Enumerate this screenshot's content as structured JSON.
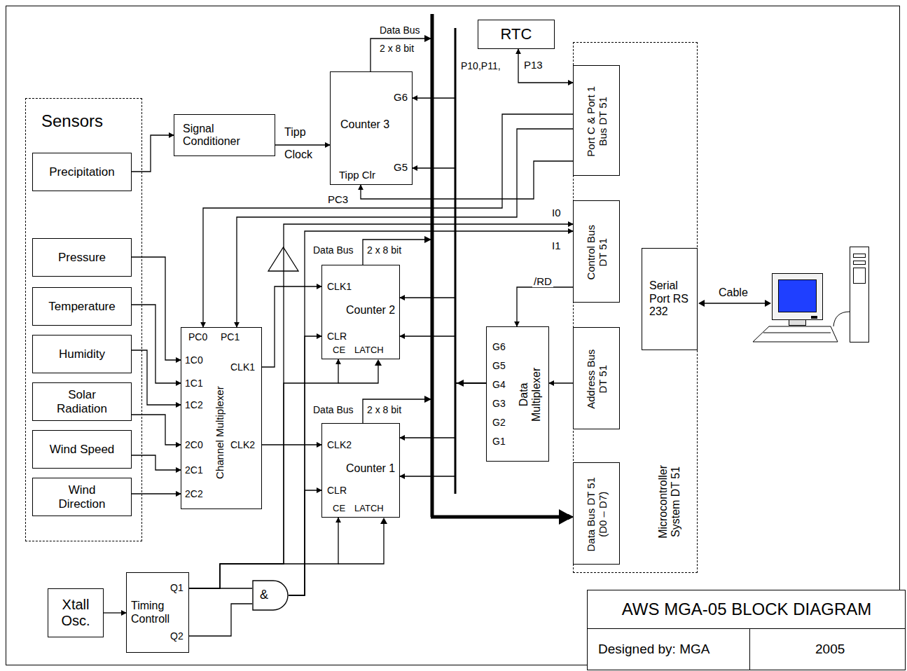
{
  "diagram": {
    "title": "AWS MGA-05 BLOCK DIAGRAM",
    "nodes": [
      {
        "text": [
          "Sensors"
        ]
      },
      {
        "text": [
          "Precipitation"
        ],
        "in": 0
      },
      {
        "text": [
          "Pressure"
        ],
        "in": 0
      },
      {
        "text": [
          "Temperature"
        ],
        "in": 0
      },
      {
        "text": [
          "Humidity"
        ],
        "in": 0
      },
      {
        "text": [
          "Solar Radiation"
        ],
        "in": 0
      },
      {
        "text": [
          "Wind Speed"
        ],
        "in": 0
      },
      {
        "text": [
          "Wind Direction"
        ],
        "in": 0
      },
      {
        "text": [
          "Signal Conditioner"
        ]
      },
      {
        "text": [
          "Counter 3",
          "G6",
          "G5",
          "Tipp Clr"
        ]
      },
      {
        "text": [
          "RTC"
        ]
      },
      {
        "text": [
          "Microcontroller System DT 51"
        ]
      },
      {
        "text": [
          "Port C & Port 1 Bus DT 51"
        ],
        "in": 11
      },
      {
        "text": [
          "Control Bus DT 51"
        ],
        "in": 11
      },
      {
        "text": [
          "Address Bus DT 51"
        ],
        "in": 11
      },
      {
        "text": [
          "Data Bus DT 51 (D0 – D7)"
        ],
        "in": 11
      },
      {
        "text": [
          "Serial Port RS 232"
        ],
        "in": 11
      },
      {
        "text": [
          "Channel Multiplexer",
          "PC0",
          "PC1",
          "1C0",
          "1C1",
          "1C2",
          "2C0",
          "2C1",
          "2C2",
          "CLK1",
          "CLK2"
        ]
      },
      {
        "text": [
          "Counter 2",
          "CLK1",
          "CLR",
          "CE",
          "LATCH"
        ]
      },
      {
        "text": [
          "Counter 1",
          "CLK2",
          "CLR",
          "CE",
          "LATCH"
        ]
      },
      {
        "text": [
          "Data Multiplexer",
          "G6",
          "G5",
          "G4",
          "G3",
          "G2",
          "G1"
        ]
      },
      {
        "text": [
          "Xtall Osc."
        ]
      },
      {
        "text": [
          "Timing Controll",
          "Q1",
          "Q2"
        ]
      },
      {
        "text": [
          "&"
        ]
      }
    ],
    "edges": [
      {
        "from": 1,
        "to": 8,
        "arrow": "to"
      },
      {
        "from": 8,
        "to": 9,
        "arrow": "to"
      },
      {
        "from": 2,
        "to": 17,
        "arrow": "to"
      },
      {
        "from": 3,
        "to": 17,
        "arrow": "to"
      },
      {
        "from": 4,
        "to": 17,
        "arrow": "to"
      },
      {
        "from": 5,
        "to": 17,
        "arrow": "to"
      },
      {
        "from": 6,
        "to": 17,
        "arrow": "to"
      },
      {
        "from": 7,
        "to": 17,
        "arrow": "to"
      },
      {
        "from": 17,
        "to": 18,
        "arrow": "to"
      },
      {
        "from": 17,
        "to": 19,
        "arrow": "to"
      },
      {
        "from": 12,
        "to": 10,
        "arrow": "both",
        "label": "P13"
      },
      {
        "from": 12,
        "to": 9,
        "arrow": "to",
        "label": "PC3"
      },
      {
        "from": 12,
        "to": 17,
        "arrow": "to"
      },
      {
        "from": 12,
        "to": 17,
        "arrow": "to"
      },
      {
        "from": 13,
        "to": 20,
        "arrow": "to",
        "label": "/RD"
      },
      {
        "from": 14,
        "to": 20,
        "arrow": "to"
      },
      {
        "from": 21,
        "to": 22,
        "arrow": "to"
      },
      {
        "from": 22,
        "to": 23,
        "arrow": "none"
      },
      {
        "from": 22,
        "to": 23,
        "arrow": "none"
      },
      {
        "from": 22,
        "to": 18,
        "arrow": "to"
      },
      {
        "from": 22,
        "to": 19,
        "arrow": "to"
      },
      {
        "from": 22,
        "to": 13,
        "arrow": "to",
        "label": "I0"
      },
      {
        "from": 23,
        "to": 13,
        "arrow": "to",
        "label": "I1"
      },
      {
        "from": 23,
        "to": 18,
        "arrow": "to"
      },
      {
        "from": 23,
        "to": 19,
        "arrow": "to"
      },
      {
        "from": 9,
        "to": 15,
        "arrow": "to"
      },
      {
        "from": 18,
        "to": 15,
        "arrow": "to"
      },
      {
        "from": 19,
        "to": 15,
        "arrow": "to"
      },
      {
        "from": 20,
        "to": 9,
        "arrow": "to"
      },
      {
        "from": 20,
        "to": 9,
        "arrow": "to"
      },
      {
        "from": 20,
        "to": 18,
        "arrow": "to"
      },
      {
        "from": 20,
        "to": 18,
        "arrow": "to"
      },
      {
        "from": 20,
        "to": 19,
        "arrow": "to"
      },
      {
        "from": 20,
        "to": 19,
        "arrow": "to"
      }
    ],
    "labels": [
      "Data Bus",
      "2 x 8 bit",
      "Data Bus",
      "2 x 8 bit",
      "Data Bus",
      "2 x 8 bit",
      "P10,P11,",
      "Tipp",
      "Clock",
      "Cable",
      "Designed by: MGA",
      "2005"
    ]
  }
}
